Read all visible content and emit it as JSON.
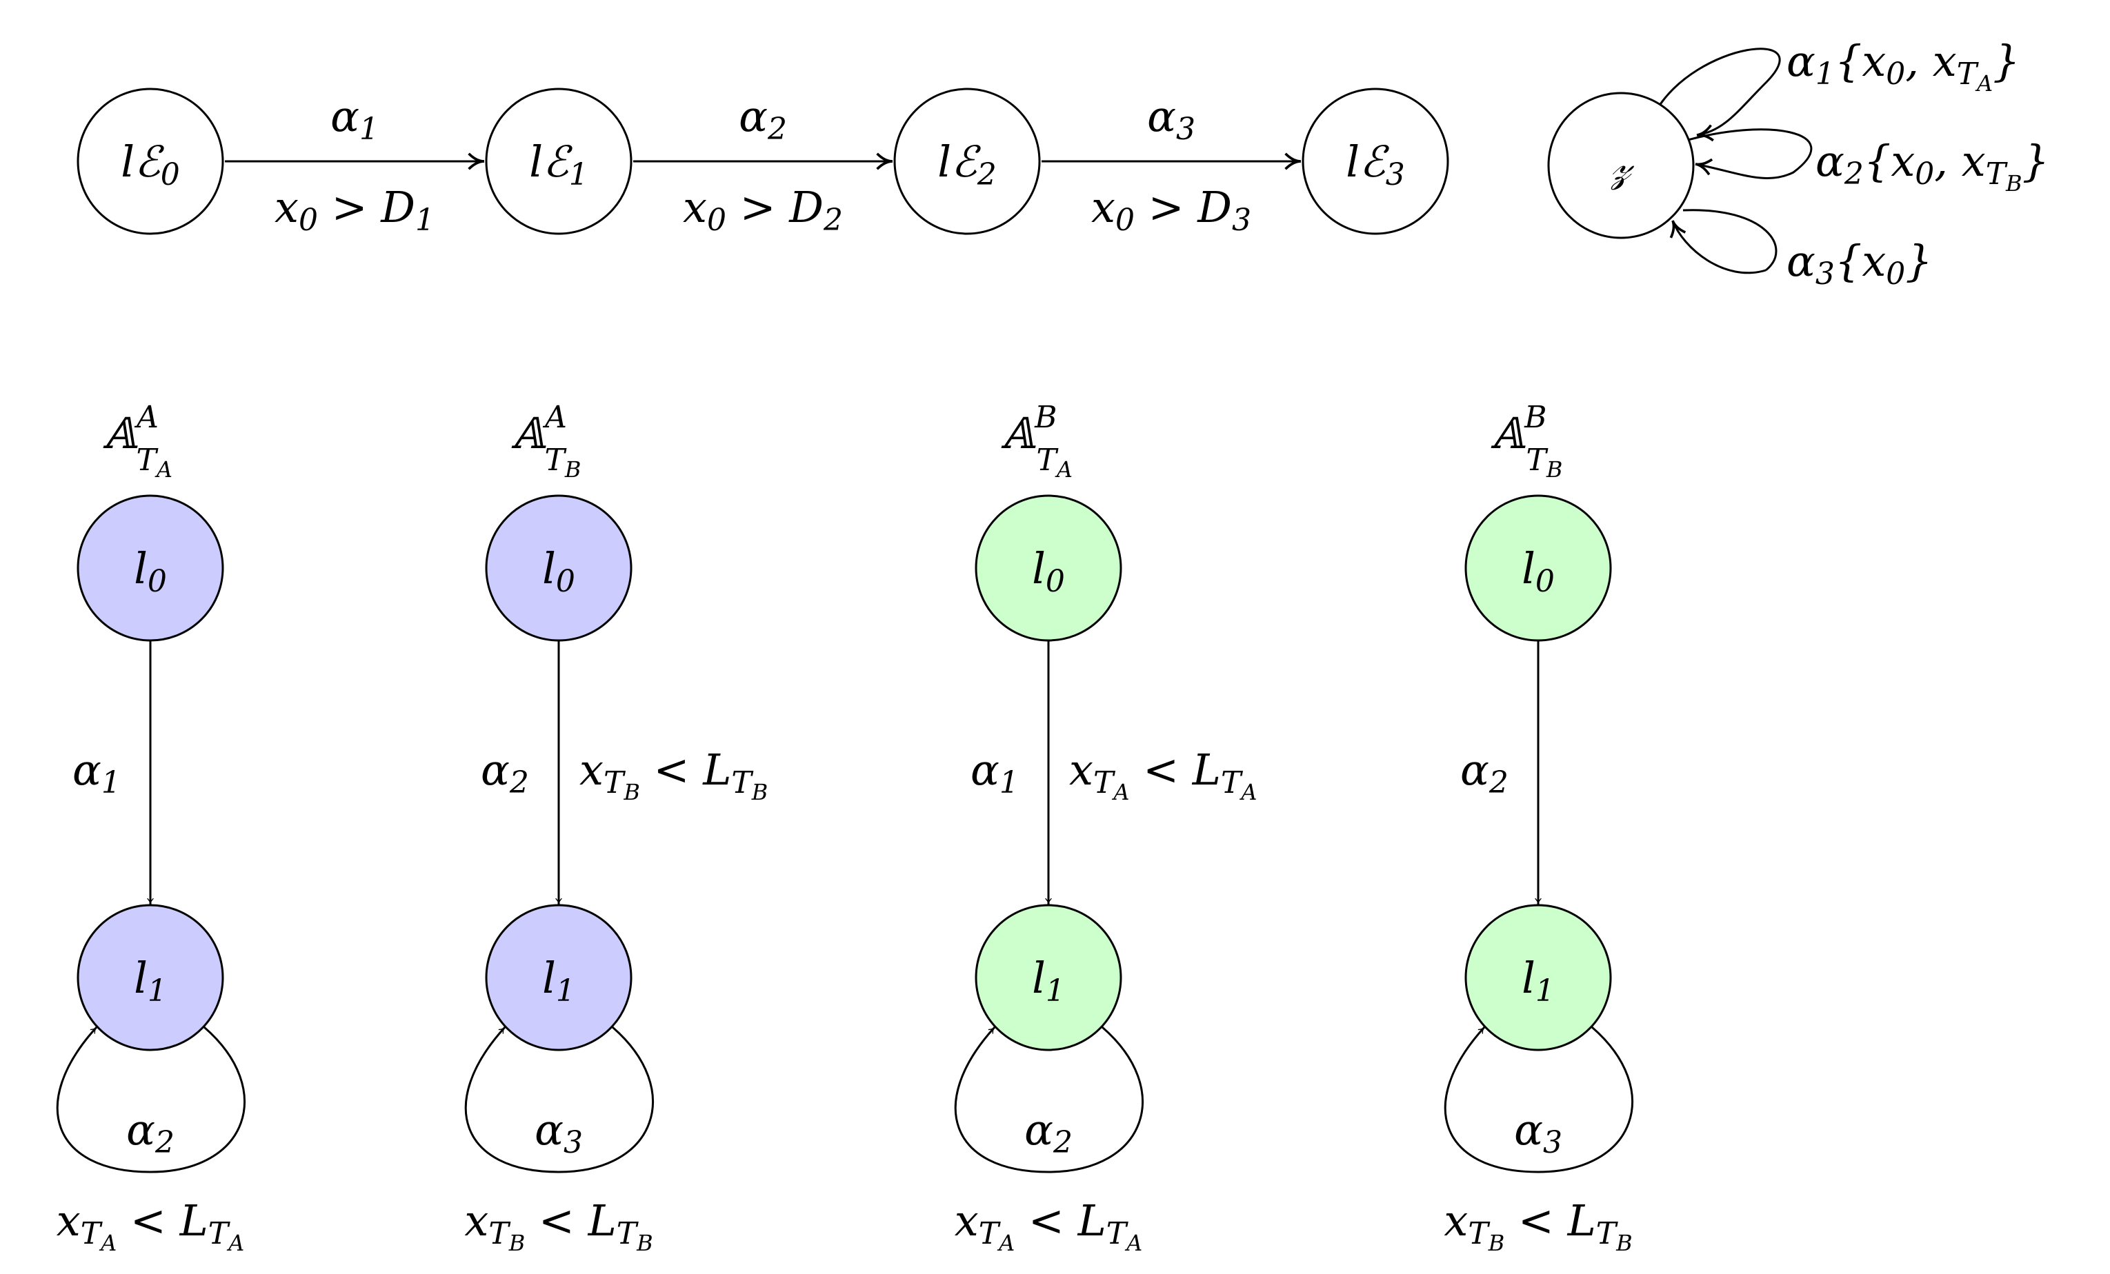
{
  "colors": {
    "automaton_A": "#ccccff",
    "automaton_B": "#ccffcc",
    "env": "#ffffff",
    "stroke": "#000000"
  },
  "env_chain": {
    "states": [
      {
        "prefix": "l",
        "base": "ℰ",
        "sub": "0"
      },
      {
        "prefix": "l",
        "base": "ℰ",
        "sub": "1"
      },
      {
        "prefix": "l",
        "base": "ℰ",
        "sub": "2"
      },
      {
        "prefix": "l",
        "base": "ℰ",
        "sub": "3"
      }
    ],
    "edges": [
      {
        "action": "α",
        "action_sub": "1",
        "guard": "x",
        "guard_sub": "0",
        "guard_rel": " > D",
        "guard_rel_sub": "1"
      },
      {
        "action": "α",
        "action_sub": "2",
        "guard": "x",
        "guard_sub": "0",
        "guard_rel": " > D",
        "guard_rel_sub": "2"
      },
      {
        "action": "α",
        "action_sub": "3",
        "guard": "x",
        "guard_sub": "0",
        "guard_rel": " > D",
        "guard_rel_sub": "3"
      }
    ]
  },
  "z_state": {
    "name": "𝓏",
    "loops": [
      {
        "action": "α",
        "sub": "1",
        "reset_open": "{x",
        "reset_open_sub": "0",
        "reset_mid": ", x",
        "reset_mid_sub": "T",
        "reset_mid_subsub": "A",
        "reset_close": "}"
      },
      {
        "action": "α",
        "sub": "2",
        "reset_open": "{x",
        "reset_open_sub": "0",
        "reset_mid": ", x",
        "reset_mid_sub": "T",
        "reset_mid_subsub": "B",
        "reset_close": "}"
      },
      {
        "action": "α",
        "sub": "3",
        "reset_open": "{x",
        "reset_open_sub": "0",
        "reset_mid": "",
        "reset_mid_sub": "",
        "reset_mid_subsub": "",
        "reset_close": "}"
      }
    ]
  },
  "automata": [
    {
      "title": "𝔸",
      "title_sup": "A",
      "title_sub": "T",
      "title_subsub": "A",
      "color": "automaton_A",
      "state0": {
        "base": "l",
        "sub": "0"
      },
      "state1": {
        "base": "l",
        "sub": "1"
      },
      "edge": {
        "action": "α",
        "action_sub": "1",
        "guard": "",
        "guard_sub": "",
        "guard_subsub": "",
        "guard_rel": "",
        "guard_rel_sub": "",
        "guard_rel_subsub": ""
      },
      "loop": {
        "action": "α",
        "action_sub": "2"
      },
      "invariant": {
        "var": "x",
        "var_sub": "T",
        "var_subsub": "A",
        "rel": " < L",
        "rel_sub": "T",
        "rel_subsub": "A"
      }
    },
    {
      "title": "𝔸",
      "title_sup": "A",
      "title_sub": "T",
      "title_subsub": "B",
      "color": "automaton_A",
      "state0": {
        "base": "l",
        "sub": "0"
      },
      "state1": {
        "base": "l",
        "sub": "1"
      },
      "edge": {
        "action": "α",
        "action_sub": "2",
        "guard": "x",
        "guard_sub": "T",
        "guard_subsub": "B",
        "guard_rel": " < L",
        "guard_rel_sub": "T",
        "guard_rel_subsub": "B"
      },
      "loop": {
        "action": "α",
        "action_sub": "3"
      },
      "invariant": {
        "var": "x",
        "var_sub": "T",
        "var_subsub": "B",
        "rel": " < L",
        "rel_sub": "T",
        "rel_subsub": "B"
      }
    },
    {
      "title": "𝔸",
      "title_sup": "B",
      "title_sub": "T",
      "title_subsub": "A",
      "color": "automaton_B",
      "state0": {
        "base": "l",
        "sub": "0"
      },
      "state1": {
        "base": "l",
        "sub": "1"
      },
      "edge": {
        "action": "α",
        "action_sub": "1",
        "guard": "x",
        "guard_sub": "T",
        "guard_subsub": "A",
        "guard_rel": " < L",
        "guard_rel_sub": "T",
        "guard_rel_subsub": "A"
      },
      "loop": {
        "action": "α",
        "action_sub": "2"
      },
      "invariant": {
        "var": "x",
        "var_sub": "T",
        "var_subsub": "A",
        "rel": " < L",
        "rel_sub": "T",
        "rel_subsub": "A"
      }
    },
    {
      "title": "𝔸",
      "title_sup": "B",
      "title_sub": "T",
      "title_subsub": "B",
      "color": "automaton_B",
      "state0": {
        "base": "l",
        "sub": "0"
      },
      "state1": {
        "base": "l",
        "sub": "1"
      },
      "edge": {
        "action": "α",
        "action_sub": "2",
        "guard": "",
        "guard_sub": "",
        "guard_subsub": "",
        "guard_rel": "",
        "guard_rel_sub": "",
        "guard_rel_subsub": ""
      },
      "loop": {
        "action": "α",
        "action_sub": "3"
      },
      "invariant": {
        "var": "x",
        "var_sub": "T",
        "var_subsub": "B",
        "rel": " < L",
        "rel_sub": "T",
        "rel_subsub": "B"
      }
    }
  ]
}
